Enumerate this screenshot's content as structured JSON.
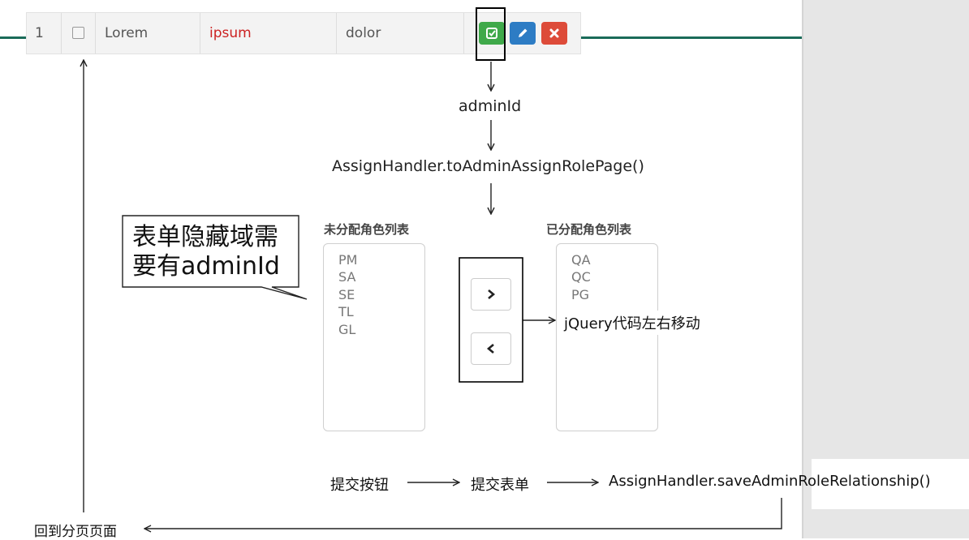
{
  "table_row": {
    "index": "1",
    "col1": "Lorem",
    "col2": "ipsum",
    "col3": "dolor",
    "actions": {
      "assign_icon": "check-square-icon",
      "edit_icon": "pencil-icon",
      "delete_icon": "times-icon",
      "colors": {
        "assign": "#3fa94a",
        "edit": "#2d7cc4",
        "delete": "#dd4b39"
      }
    },
    "highlight_color": "#cc2222"
  },
  "flow": {
    "admin_id": "adminId",
    "assign_page": "AssignHandler.toAdminAssignRolePage()"
  },
  "callout": {
    "line1": "表单隐藏域需",
    "line2": "要有adminId"
  },
  "unassigned": {
    "title": "未分配角色列表",
    "items": [
      "PM",
      "SA",
      "SE",
      "TL",
      "GL"
    ]
  },
  "assigned": {
    "title": "已分配角色列表",
    "items": [
      "QA",
      "QC",
      "PG"
    ]
  },
  "move_buttons": {
    "right_icon": "chevron-right-icon",
    "left_icon": "chevron-left-icon"
  },
  "jquery_note": "jQuery代码左右移动",
  "bottom_flow": {
    "submit_button": "提交按钮",
    "submit_form": "提交表单",
    "save_handler": "AssignHandler.saveAdminRoleRelationship()",
    "back_to_page": "回到分页页面"
  },
  "accent_color": "#1a6b59"
}
